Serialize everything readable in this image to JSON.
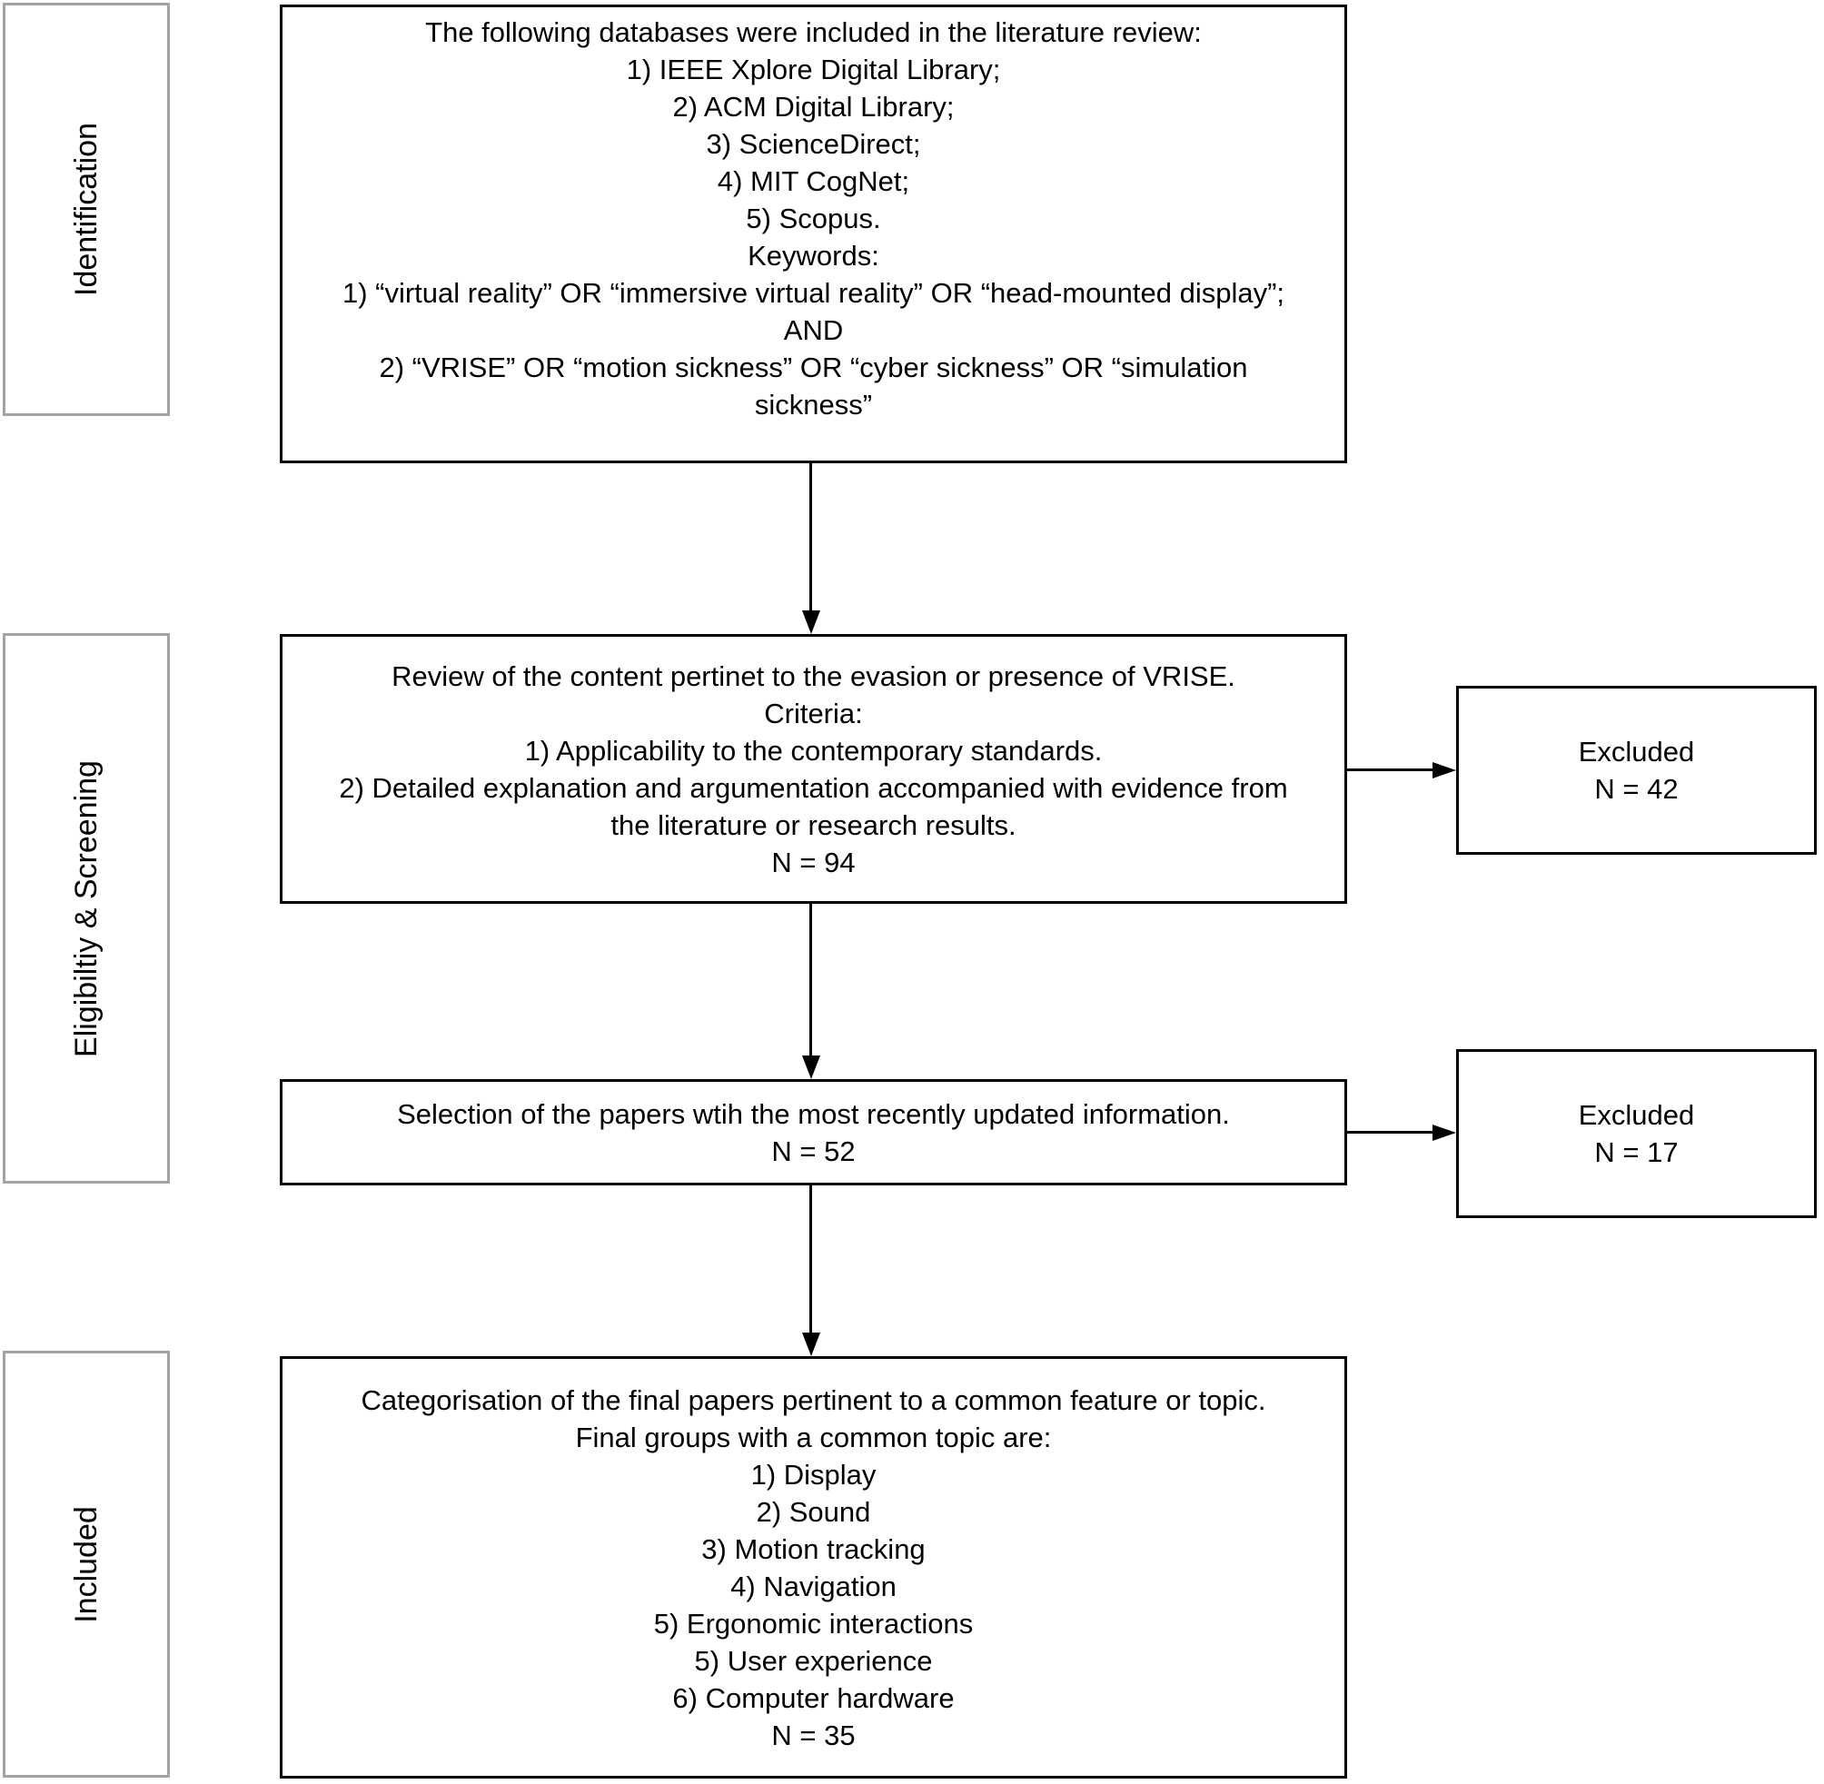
{
  "diagram": {
    "colors": {
      "background": "#ffffff",
      "flow_box_border": "#000000",
      "stage_box_border": "#a3a3a3",
      "text": "#000000"
    },
    "stages": [
      {
        "label": "Identification"
      },
      {
        "label": "Eligibiltiy & Screening"
      },
      {
        "label": "Included"
      }
    ],
    "boxes": {
      "identification": {
        "lines": [
          "The following databases were included in the literature review:",
          "1) IEEE Xplore Digital Library;",
          "2) ACM Digital Library;",
          "3) ScienceDirect;",
          "4) MIT CogNet;",
          "5) Scopus.",
          "Keywords:",
          "1) “virtual reality” OR “immersive virtual reality” OR “head-mounted display”;",
          "AND",
          "2) “VRISE” OR “motion sickness” OR “cyber sickness” OR “simulation",
          "sickness”"
        ]
      },
      "review": {
        "lines": [
          "Review of the content pertinet to the evasion or presence of VRISE.",
          "Criteria:",
          "1) Applicability to the contemporary standards.",
          "2) Detailed explanation and argumentation accompanied with evidence from",
          "the literature or research results.",
          "N = 94"
        ]
      },
      "selection": {
        "lines": [
          "Selection of the papers wtih the most recently updated information.",
          "N = 52"
        ]
      },
      "categorisation": {
        "lines": [
          "Categorisation of the final papers pertinent to a common feature or topic.",
          "Final groups with a common topic are:",
          "1) Display",
          "2) Sound",
          "3) Motion tracking",
          "4) Navigation",
          "5) Ergonomic interactions",
          "5) User experience",
          "6) Computer hardware",
          "N = 35"
        ]
      }
    },
    "excluded": [
      {
        "label": "Excluded",
        "count": "N = 42"
      },
      {
        "label": "Excluded",
        "count": "N = 17"
      }
    ]
  }
}
